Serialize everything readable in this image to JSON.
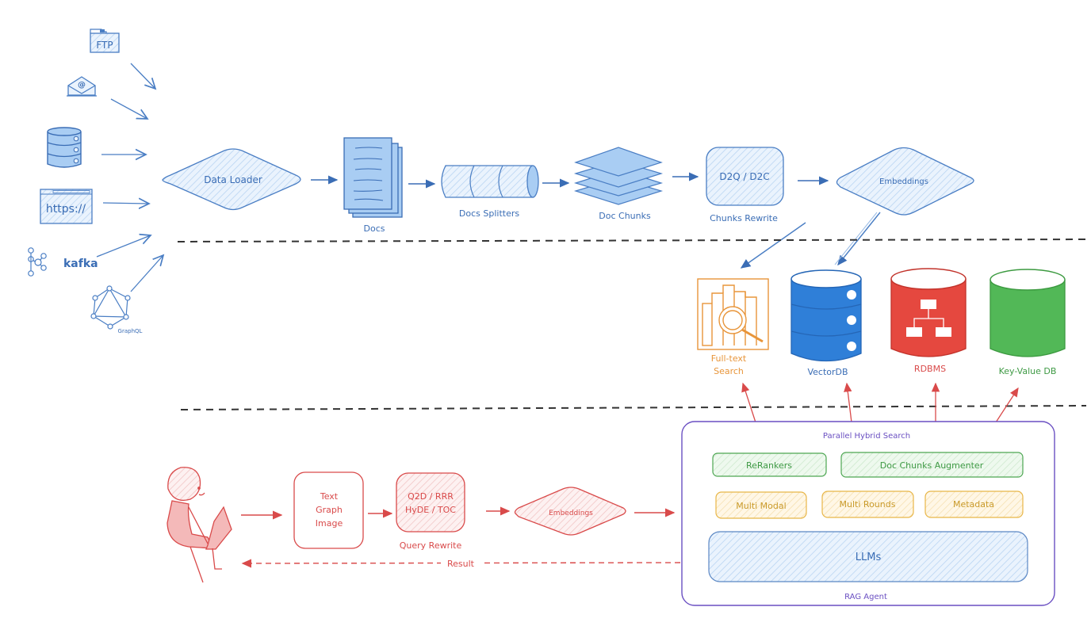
{
  "colors": {
    "ingest_blue": "#3a6db5",
    "light_blue_fill": "#a9cdf3",
    "query_red": "#d94a4a",
    "fulltext_orange": "#e8953a",
    "vectordb_blue": "#2f7fd8",
    "rdbms_red": "#e5483f",
    "kv_green": "#52b857",
    "agent_purple": "#6a4fc2",
    "divider": "#333333"
  },
  "sources": [
    {
      "id": "ftp",
      "label": "FTP",
      "icon": "folder-icon"
    },
    {
      "id": "email",
      "label": "@",
      "icon": "email-icon"
    },
    {
      "id": "database",
      "label": "",
      "icon": "database-icon"
    },
    {
      "id": "web",
      "label": "https://",
      "icon": "browser-icon"
    },
    {
      "id": "kafka",
      "label": "kafka",
      "icon": "kafka-icon"
    },
    {
      "id": "graphql",
      "label": "GraphQL",
      "icon": "graphql-icon"
    }
  ],
  "ingest": {
    "data_loader": "Data Loader",
    "docs": "Docs",
    "docs_splitters": "Docs Splitters",
    "doc_chunks": "Doc Chunks",
    "chunks_rewrite_box": "D2Q / D2C",
    "chunks_rewrite_caption": "Chunks Rewrite",
    "embeddings": "Embeddings"
  },
  "stores": [
    {
      "id": "fulltext",
      "label_line1": "Full-text",
      "label_line2": "Search"
    },
    {
      "id": "vectordb",
      "label_line1": "VectorDB",
      "label_line2": ""
    },
    {
      "id": "rdbms",
      "label_line1": "RDBMS",
      "label_line2": ""
    },
    {
      "id": "kv",
      "label_line1": "Key-Value DB",
      "label_line2": ""
    }
  ],
  "query": {
    "input_types": [
      "Text",
      "Graph",
      "Image"
    ],
    "rewrite_lines": [
      "Q2D / RRR",
      "HyDE / TOC"
    ],
    "rewrite_caption": "Query Rewrite",
    "embeddings": "Embeddings",
    "result": "Result"
  },
  "agent": {
    "title": "Parallel Hybrid Search",
    "rerankers": "ReRankers",
    "augmenter": "Doc Chunks Augmenter",
    "multi_modal": "Multi Modal",
    "multi_rounds": "Multi Rounds",
    "metadata": "Metadata",
    "llms": "LLMs",
    "caption": "RAG Agent"
  }
}
